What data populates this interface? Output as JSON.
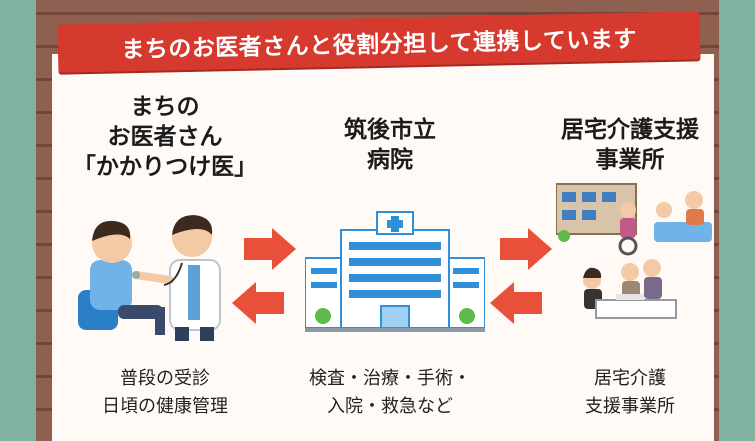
{
  "banner_title": "まちのお医者さんと役割分担して連携しています",
  "columns": [
    {
      "heading_lines": [
        "まちの",
        "お医者さん",
        "「かかりつけ医」"
      ],
      "caption_lines": [
        "普段の受診",
        "日頃の健康管理"
      ]
    },
    {
      "heading_lines": [
        "筑後市立",
        "病院"
      ],
      "caption_lines": [
        "検査・治療・手術・",
        "入院・救急など"
      ]
    },
    {
      "heading_lines": [
        "居宅介護支援",
        "事業所"
      ],
      "caption_lines": [
        "居宅介護",
        "支援事業所"
      ]
    }
  ],
  "colors": {
    "banner": "#d63a2f",
    "arrow": "#e8503a",
    "hospital_blue": "#2f8fd8"
  }
}
